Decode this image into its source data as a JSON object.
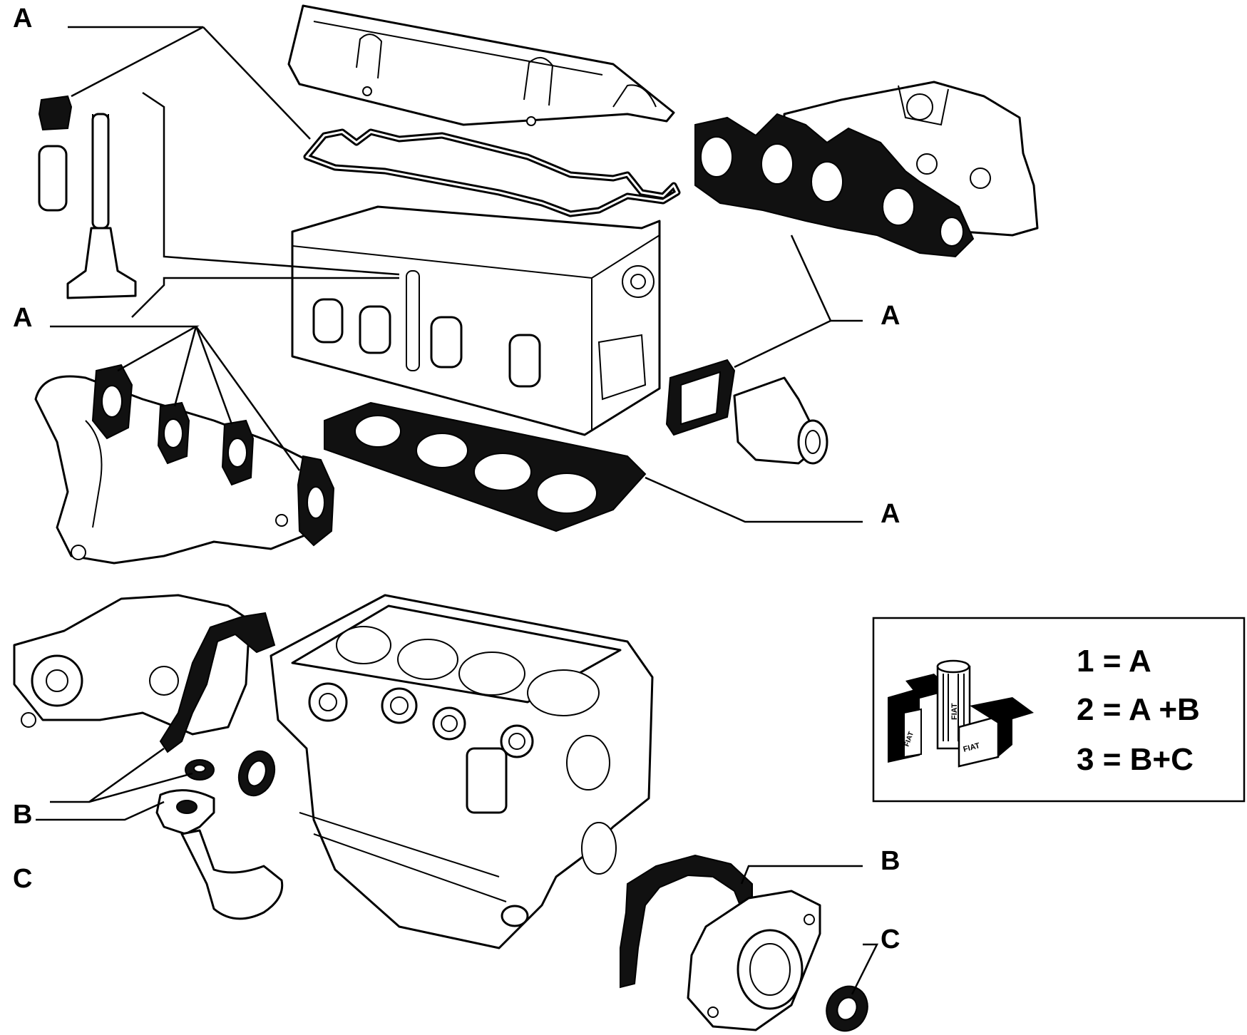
{
  "callouts": {
    "top_left": "A",
    "upper_right": "A",
    "mid_left": "A",
    "head_gasket": "A",
    "oil_pump": "B",
    "oil_pickup": "C",
    "rear_seal": "B",
    "rear_ring": "C"
  },
  "legend": {
    "lines": [
      "1 = A",
      "2 = A +B",
      "3 = B+C"
    ],
    "kit_brand": "FIAT"
  },
  "colors": {
    "ink": "#000000",
    "paper": "#ffffff"
  }
}
